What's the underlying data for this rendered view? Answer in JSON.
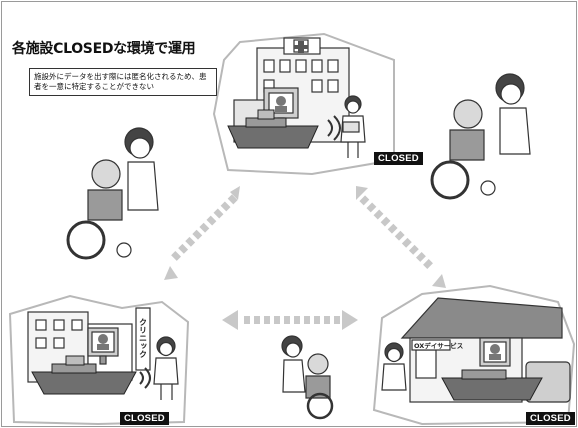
{
  "title": "各施設CLOSEDな環境で運用",
  "note": "施設外にデータを出す際には匿名化されるため、患者を一意に特定することができない",
  "badges": {
    "top": "CLOSED",
    "left": "CLOSED",
    "right": "CLOSED"
  },
  "signs": {
    "clinic_vertical": "クリニック",
    "care_home": "OXデイサービス"
  },
  "colors": {
    "arrow": "#c8c8c8",
    "hex_fill": "#ffffff",
    "hex_stroke": "#b8b8b8",
    "ship": "#6f6f6f"
  }
}
